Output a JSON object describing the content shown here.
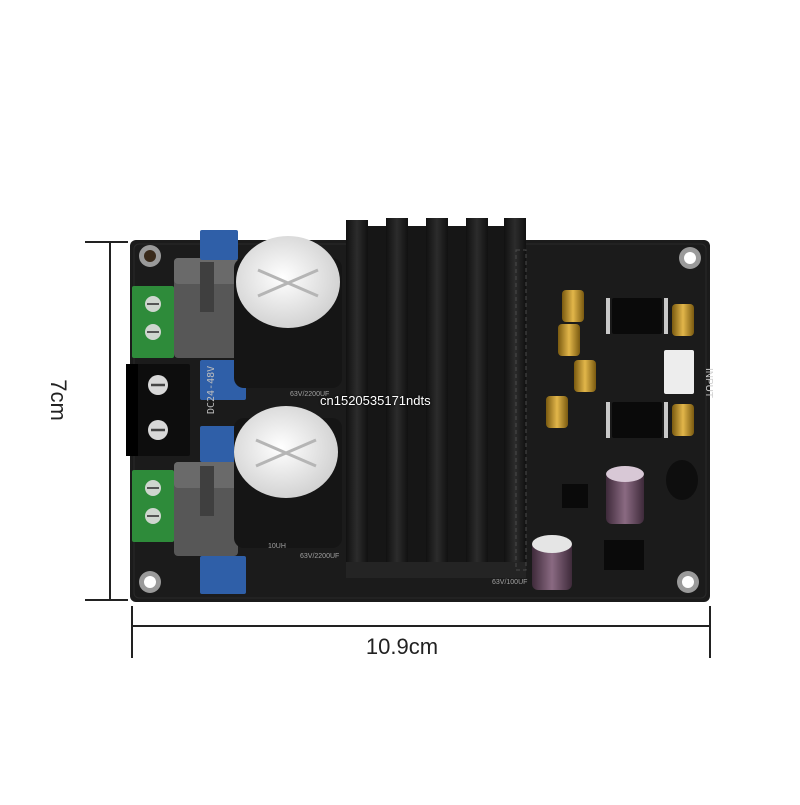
{
  "product_image": {
    "description_labels": {
      "width_label": "10.9cm",
      "height_label": "7cm",
      "watermark": "cn1520535171ndts"
    },
    "board_markings": {
      "input_label": "INPUT",
      "power_label": "DC24-48V",
      "cap_label_1": "63V/2200UF",
      "cap_label_2": "63V/2200UF",
      "inductor_label": "10UH",
      "small_cap_label": "63V/100UF"
    },
    "colors": {
      "pcb": "#1a1a1a",
      "heatsink": "#1f1f1f",
      "terminal_green": "#2e8b3a",
      "trim_blue": "#2f5fa8",
      "capacitor_sleeve": "#151515",
      "dimension_line": "#222222"
    }
  }
}
